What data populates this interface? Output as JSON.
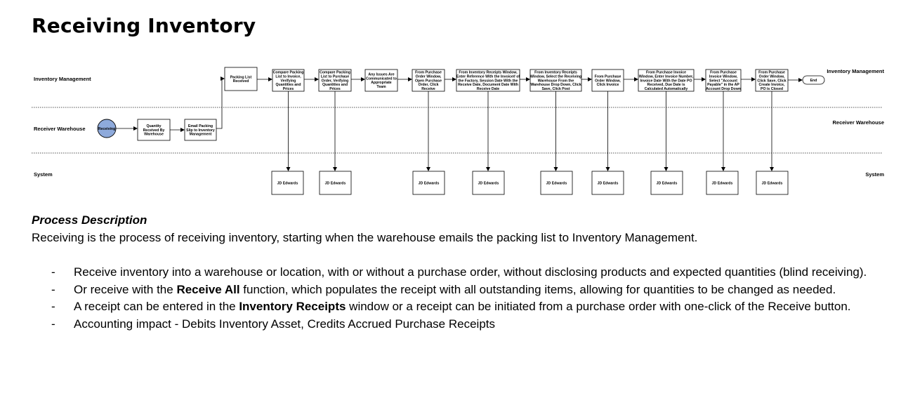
{
  "title": "Receiving Inventory",
  "lanes": [
    {
      "left": "Inventory Management",
      "right": "Inventory Management"
    },
    {
      "left": "Receiver Warehouse",
      "right": "Receiver Warehouse"
    },
    {
      "left": "System",
      "right": "System"
    }
  ],
  "start": [
    "Receiving"
  ],
  "end": [
    "End"
  ],
  "steps": [
    [
      "Quantity",
      "Received By",
      "Warehouse"
    ],
    [
      "Email Packing",
      "Slip to Inventory",
      "Management"
    ],
    [
      "Packing List",
      "Received"
    ],
    [
      "Compare Packing",
      "List to Invoice,",
      "Verifying",
      "Quantities and",
      "Prices"
    ],
    [
      "Compare Packing",
      "List to Purchase",
      "Order, Verifying",
      "Quantities and",
      "Prices"
    ],
    [
      "Any Issues Are",
      "Communicated to",
      "Appropriate",
      "Team"
    ],
    [
      "From Purchase",
      "Order Window,",
      "Open Purchase",
      "Order, Click",
      "Receive"
    ],
    [
      "From Inventory Receipts Window,",
      "Enter Reference With the Invoice# of",
      "the Factory, Session Date With the",
      "Receive Date, Document Date With",
      "Receive Date"
    ],
    [
      "From Inventory Receipts",
      "Window, Select the Receiving",
      "Warehouse From the",
      "Warehouse Drop Down, Click",
      "Save, Click Post"
    ],
    [
      "From Purchase",
      "Order Window,",
      "Click Invoice"
    ],
    [
      "From Purchase Invoice",
      "Window, Enter Invoice Number,",
      "Invoice Date With the Date PO",
      "Received, Due Date is",
      "Calculated Automatically"
    ],
    [
      "From Purchase",
      "Invoice Window,",
      "Select \"Account",
      "Payable\" in the AP",
      "Account Drop Down"
    ],
    [
      "From Purchase",
      "Order Window,",
      "Click Save, Click",
      "Create Invoice,",
      "PO is Closed"
    ]
  ],
  "system_label": "JD Edwards",
  "description": {
    "heading": "Process Description",
    "intro": "Receiving is the process of receiving inventory, starting when the warehouse emails the packing list to Inventory Management.",
    "bullets": [
      {
        "dash": "-",
        "parts": [
          {
            "t": "Receive inventory into a warehouse or location, with or without a purchase order, without disclosing products and expected quantities (blind receiving).",
            "b": false
          }
        ]
      },
      {
        "dash": "-",
        "parts": [
          {
            "t": "Or receive with the ",
            "b": false
          },
          {
            "t": "Receive All",
            "b": true
          },
          {
            "t": " function, which populates the receipt with all outstanding items, allowing for quantities to be changed as needed.",
            "b": false
          }
        ]
      },
      {
        "dash": "-",
        "parts": [
          {
            "t": "A receipt can be entered in the ",
            "b": false
          },
          {
            "t": "Inventory Receipts",
            "b": true
          },
          {
            "t": " window or a receipt can be initiated from a purchase order with one-click of the Receive button.",
            "b": false
          }
        ]
      },
      {
        "dash": "-",
        "parts": [
          {
            "t": "Accounting impact - Debits Inventory Asset, Credits Accrued Purchase Receipts",
            "b": false
          }
        ]
      }
    ]
  },
  "colors": {
    "start_fill": "#8eaadb",
    "line": "#000000",
    "box_fill": "#ffffff"
  }
}
